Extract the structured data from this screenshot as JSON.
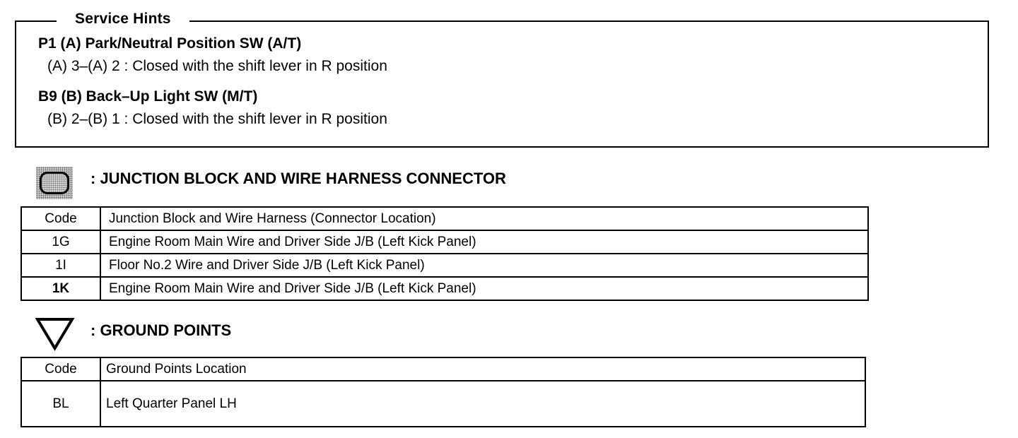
{
  "service_hints": {
    "legend": "Service Hints",
    "items": [
      {
        "title": "P1 (A)  Park/Neutral Position SW (A/T)",
        "desc": "(A) 3–(A) 2 : Closed with the shift lever in R position"
      },
      {
        "title": "B9 (B)  Back–Up Light SW (M/T)",
        "desc": "(B) 2–(B) 1 : Closed with the shift lever in R position"
      }
    ]
  },
  "junction": {
    "icon": "junction-block-connector-icon",
    "heading": ": JUNCTION BLOCK AND WIRE HARNESS CONNECTOR",
    "columns": [
      "Code",
      "Junction Block and Wire Harness (Connector Location)"
    ],
    "rows": [
      {
        "code": "1G",
        "desc": "Engine Room Main Wire and Driver Side J/B (Left Kick Panel)"
      },
      {
        "code": "1I",
        "desc": "Floor No.2 Wire and Driver Side J/B (Left Kick Panel)"
      },
      {
        "code": "1K",
        "desc": "Engine Room Main Wire and Driver Side J/B (Left Kick Panel)"
      }
    ]
  },
  "ground": {
    "icon": "ground-point-triangle-icon",
    "heading": ": GROUND POINTS",
    "columns": [
      "Code",
      "Ground Points Location"
    ],
    "rows": [
      {
        "code": "BL",
        "desc": "Left Quarter Panel LH"
      }
    ]
  }
}
